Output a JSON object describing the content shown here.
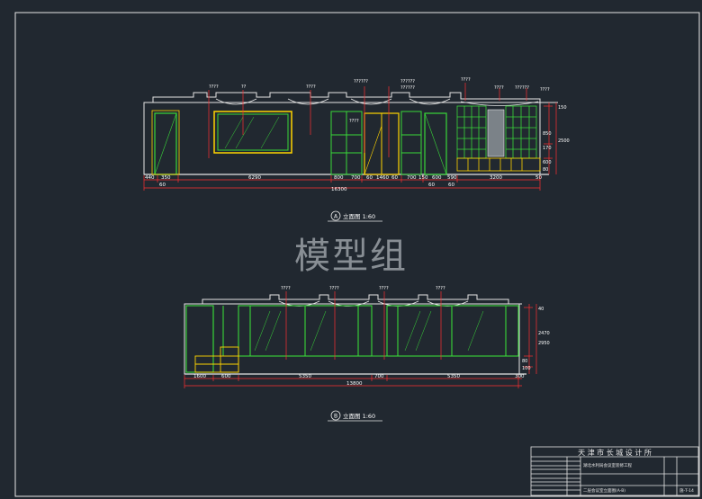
{
  "watermark": "模型组",
  "elevation_a": {
    "marker": "A",
    "title": "立面图 1:60",
    "total_dimension": "16300",
    "dims_row1": [
      "440",
      "350",
      "6290",
      "800",
      "700",
      "60",
      "1460",
      "60",
      "700",
      "150",
      "600",
      "590",
      "3200",
      "50"
    ],
    "dims_row2": [
      "60",
      "60",
      "60"
    ],
    "right_dims": [
      "150",
      "2500",
      "170",
      "850",
      "600",
      "80"
    ],
    "top_labels": [
      "????",
      "??",
      "????",
      "??????",
      "??????",
      "??????",
      "????",
      "????",
      "????",
      "??????",
      "????"
    ]
  },
  "elevation_b": {
    "marker": "B",
    "title": "立面图 1:60",
    "total_dimension": "13800",
    "dims_row1": [
      "1600",
      "600",
      "5350",
      "700",
      "5350",
      "300"
    ],
    "right_dims": [
      "40",
      "2470",
      "2950",
      "80",
      "100"
    ],
    "top_labels": [
      "????",
      "????",
      "????",
      "????"
    ]
  },
  "title_block": {
    "company": "天 津 市 长 城 设 计 所",
    "project": "湖北水利局会议室装修工程",
    "drawing_name": "二层会议室立面图(A-B)",
    "sheet_no": "施-T-14"
  },
  "colors": {
    "background": "#212830",
    "wall": "#e6e6e6",
    "structure": "#39d739",
    "dimension": "#ff3030",
    "text": "#ffffff",
    "accent": "#ffd400"
  }
}
